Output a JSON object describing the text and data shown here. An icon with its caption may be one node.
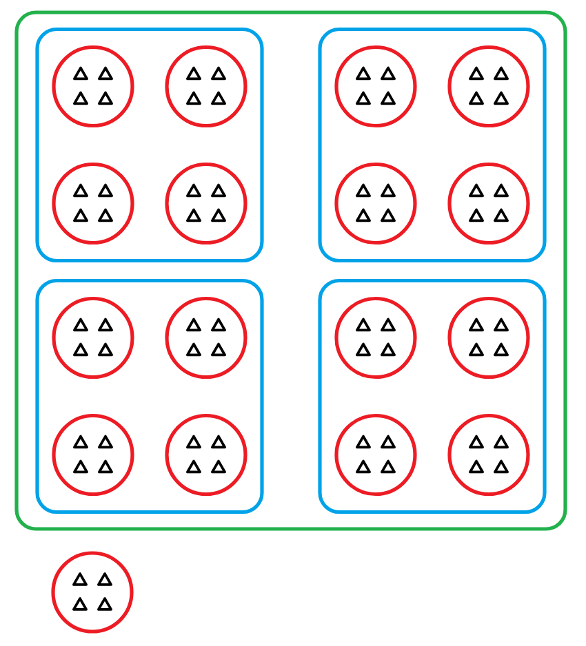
{
  "diagram": {
    "nodes": [
      {
        "text": [],
        "shape": "box"
      },
      {
        "text": [],
        "shape": "box",
        "in": 0
      },
      {
        "text": [],
        "shape": "circle",
        "in": 1
      },
      {
        "text": [],
        "shape": "triangle",
        "in": 2
      },
      {
        "text": [],
        "shape": "triangle",
        "in": 2
      },
      {
        "text": [],
        "shape": "triangle",
        "in": 2
      },
      {
        "text": [],
        "shape": "triangle",
        "in": 2
      },
      {
        "text": [],
        "shape": "circle",
        "in": 1
      },
      {
        "text": [],
        "shape": "triangle",
        "in": 7
      },
      {
        "text": [],
        "shape": "triangle",
        "in": 7
      },
      {
        "text": [],
        "shape": "triangle",
        "in": 7
      },
      {
        "text": [],
        "shape": "triangle",
        "in": 7
      },
      {
        "text": [],
        "shape": "circle",
        "in": 1
      },
      {
        "text": [],
        "shape": "triangle",
        "in": 12
      },
      {
        "text": [],
        "shape": "triangle",
        "in": 12
      },
      {
        "text": [],
        "shape": "triangle",
        "in": 12
      },
      {
        "text": [],
        "shape": "triangle",
        "in": 12
      },
      {
        "text": [],
        "shape": "circle",
        "in": 1
      },
      {
        "text": [],
        "shape": "triangle",
        "in": 17
      },
      {
        "text": [],
        "shape": "triangle",
        "in": 17
      },
      {
        "text": [],
        "shape": "triangle",
        "in": 17
      },
      {
        "text": [],
        "shape": "triangle",
        "in": 17
      },
      {
        "text": [],
        "shape": "box",
        "in": 0
      },
      {
        "text": [],
        "shape": "circle",
        "in": 22
      },
      {
        "text": [],
        "shape": "triangle",
        "in": 23
      },
      {
        "text": [],
        "shape": "triangle",
        "in": 23
      },
      {
        "text": [],
        "shape": "triangle",
        "in": 23
      },
      {
        "text": [],
        "shape": "triangle",
        "in": 23
      },
      {
        "text": [],
        "shape": "circle",
        "in": 22
      },
      {
        "text": [],
        "shape": "triangle",
        "in": 28
      },
      {
        "text": [],
        "shape": "triangle",
        "in": 28
      },
      {
        "text": [],
        "shape": "triangle",
        "in": 28
      },
      {
        "text": [],
        "shape": "triangle",
        "in": 28
      },
      {
        "text": [],
        "shape": "circle",
        "in": 22
      },
      {
        "text": [],
        "shape": "triangle",
        "in": 33
      },
      {
        "text": [],
        "shape": "triangle",
        "in": 33
      },
      {
        "text": [],
        "shape": "triangle",
        "in": 33
      },
      {
        "text": [],
        "shape": "triangle",
        "in": 33
      },
      {
        "text": [],
        "shape": "circle",
        "in": 22
      },
      {
        "text": [],
        "shape": "triangle",
        "in": 38
      },
      {
        "text": [],
        "shape": "triangle",
        "in": 38
      },
      {
        "text": [],
        "shape": "triangle",
        "in": 38
      },
      {
        "text": [],
        "shape": "triangle",
        "in": 38
      },
      {
        "text": [],
        "shape": "box",
        "in": 0
      },
      {
        "text": [],
        "shape": "circle",
        "in": 43
      },
      {
        "text": [],
        "shape": "triangle",
        "in": 44
      },
      {
        "text": [],
        "shape": "triangle",
        "in": 44
      },
      {
        "text": [],
        "shape": "triangle",
        "in": 44
      },
      {
        "text": [],
        "shape": "triangle",
        "in": 44
      },
      {
        "text": [],
        "shape": "circle",
        "in": 43
      },
      {
        "text": [],
        "shape": "triangle",
        "in": 49
      },
      {
        "text": [],
        "shape": "triangle",
        "in": 49
      },
      {
        "text": [],
        "shape": "triangle",
        "in": 49
      },
      {
        "text": [],
        "shape": "triangle",
        "in": 49
      },
      {
        "text": [],
        "shape": "circle",
        "in": 43
      },
      {
        "text": [],
        "shape": "triangle",
        "in": 54
      },
      {
        "text": [],
        "shape": "triangle",
        "in": 54
      },
      {
        "text": [],
        "shape": "triangle",
        "in": 54
      },
      {
        "text": [],
        "shape": "triangle",
        "in": 54
      },
      {
        "text": [],
        "shape": "circle",
        "in": 43
      },
      {
        "text": [],
        "shape": "triangle",
        "in": 59
      },
      {
        "text": [],
        "shape": "triangle",
        "in": 59
      },
      {
        "text": [],
        "shape": "triangle",
        "in": 59
      },
      {
        "text": [],
        "shape": "triangle",
        "in": 59
      },
      {
        "text": [],
        "shape": "box",
        "in": 0
      },
      {
        "text": [],
        "shape": "circle",
        "in": 64
      },
      {
        "text": [],
        "shape": "triangle",
        "in": 65
      },
      {
        "text": [],
        "shape": "triangle",
        "in": 65
      },
      {
        "text": [],
        "shape": "triangle",
        "in": 65
      },
      {
        "text": [],
        "shape": "triangle",
        "in": 65
      },
      {
        "text": [],
        "shape": "circle",
        "in": 64
      },
      {
        "text": [],
        "shape": "triangle",
        "in": 70
      },
      {
        "text": [],
        "shape": "triangle",
        "in": 70
      },
      {
        "text": [],
        "shape": "triangle",
        "in": 70
      },
      {
        "text": [],
        "shape": "triangle",
        "in": 70
      },
      {
        "text": [],
        "shape": "circle",
        "in": 64
      },
      {
        "text": [],
        "shape": "triangle",
        "in": 75
      },
      {
        "text": [],
        "shape": "triangle",
        "in": 75
      },
      {
        "text": [],
        "shape": "triangle",
        "in": 75
      },
      {
        "text": [],
        "shape": "triangle",
        "in": 75
      },
      {
        "text": [],
        "shape": "circle",
        "in": 64
      },
      {
        "text": [],
        "shape": "triangle",
        "in": 80
      },
      {
        "text": [],
        "shape": "triangle",
        "in": 80
      },
      {
        "text": [],
        "shape": "triangle",
        "in": 80
      },
      {
        "text": [],
        "shape": "triangle",
        "in": 80
      },
      {
        "text": [],
        "shape": "circle"
      },
      {
        "text": [],
        "shape": "triangle",
        "in": 85
      },
      {
        "text": [],
        "shape": "triangle",
        "in": 85
      },
      {
        "text": [],
        "shape": "triangle",
        "in": 85
      },
      {
        "text": [],
        "shape": "triangle",
        "in": 85
      }
    ]
  }
}
